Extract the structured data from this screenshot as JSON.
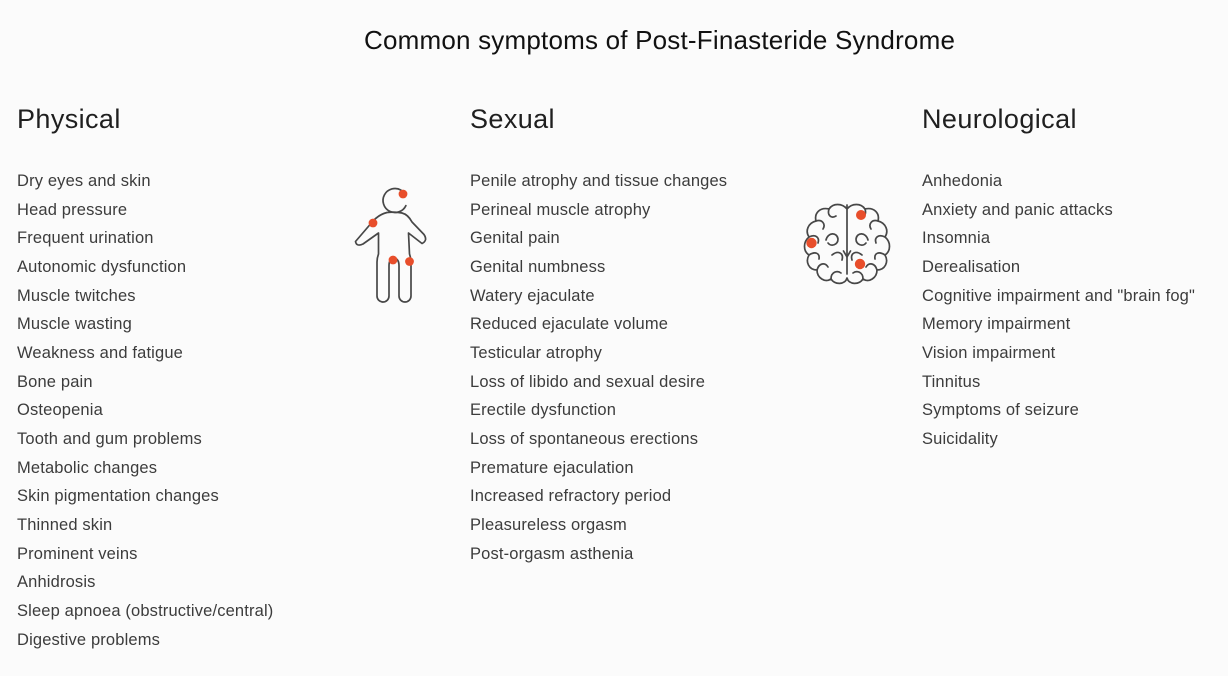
{
  "title": "Common symptoms of Post-Finasteride Syndrome",
  "colors": {
    "background": "#fbfbfb",
    "accent_dot": "#e84e2b",
    "icon_outline": "#474747",
    "title_text": "#111111",
    "heading_text": "#1f1f1f",
    "item_text": "#3c3c3c"
  },
  "icons": {
    "body": {
      "name": "human-body-icon",
      "dot_count": 4
    },
    "brain": {
      "name": "brain-icon",
      "dot_count": 3
    }
  },
  "columns": [
    {
      "id": "physical",
      "heading": "Physical",
      "items": [
        "Dry eyes and skin",
        "Head pressure",
        "Frequent urination",
        "Autonomic dysfunction",
        "Muscle twitches",
        "Muscle wasting",
        "Weakness and fatigue",
        "Bone pain",
        "Osteopenia",
        "Tooth and gum problems",
        "Metabolic changes",
        "Skin pigmentation changes",
        "Thinned skin",
        "Prominent veins",
        "Anhidrosis",
        "Sleep apnoea (obstructive/central)",
        "Digestive problems"
      ]
    },
    {
      "id": "sexual",
      "heading": "Sexual",
      "items": [
        "Penile atrophy and tissue changes",
        "Perineal muscle atrophy",
        "Genital pain",
        "Genital numbness",
        "Watery ejaculate",
        "Reduced ejaculate volume",
        "Testicular atrophy",
        "Loss of libido and sexual desire",
        "Erectile dysfunction",
        "Loss of spontaneous erections",
        "Premature ejaculation",
        "Increased refractory period",
        "Pleasureless orgasm",
        "Post-orgasm asthenia"
      ]
    },
    {
      "id": "neurological",
      "heading": "Neurological",
      "items": [
        "Anhedonia",
        "Anxiety and panic attacks",
        "Insomnia",
        "Derealisation",
        "Cognitive impairment and \"brain fog\"",
        "Memory impairment",
        "Vision impairment",
        "Tinnitus",
        "Symptoms of seizure",
        "Suicidality"
      ]
    }
  ]
}
